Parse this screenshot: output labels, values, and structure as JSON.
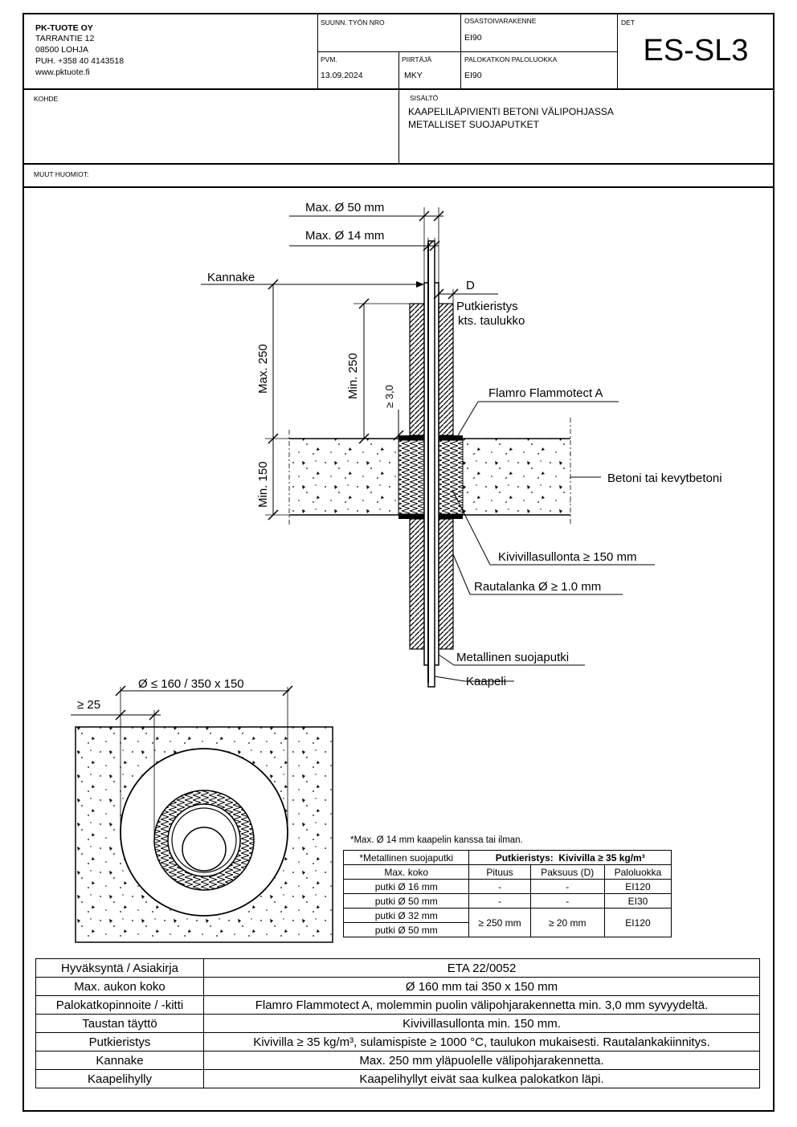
{
  "company": {
    "name": "PK-TUOTE OY",
    "address": "TARRANTIE 12",
    "city": "08500 LOHJA",
    "phone": "PUH. +358 40 4143518",
    "web": "www.pktuote.fi"
  },
  "title_block": {
    "work_no_label": "SUUNN. TYÖN NRO",
    "work_no_value": "",
    "osasto_label": "OSASTOIVARAKENNE",
    "osasto_value": "EI90",
    "det_label": "DET",
    "det_value": "ES-SL3",
    "date_label": "PVM.",
    "date_value": "13.09.2024",
    "drawer_label": "PIIRTÄJÄ",
    "drawer_value": "MKY",
    "class_label": "PALOKATKON PALOLUOKKA",
    "class_value": "EI90",
    "kohde_label": "KOHDE",
    "sisalto_label": "SISÄLTÖ",
    "sisalto_line1": "KAAPELILÄPIVIENTI BETONI VÄLIPOHJASSA",
    "sisalto_line2": "METALLISET SUOJAPUTKET",
    "muut_label": "MUUT HUOMIOT:"
  },
  "drawing": {
    "dim_max50": "Max. Ø 50 mm",
    "dim_max14": "Max. Ø 14 mm",
    "kannake": "Kannake",
    "d": "D",
    "putkieristys1": "Putkieristys",
    "putkieristys2": "kts. taulukko",
    "max250": "Max. 250",
    "min250": "Min. 250",
    "ge30": "≥ 3,0",
    "min150": "Min. 150",
    "flamro": "Flamro Flammotect A",
    "betoni": "Betoni tai kevytbetoni",
    "kivivilla": "Kivivillasullonta ≥ 150 mm",
    "rautalanka": "Rautalanka Ø ≥ 1.0 mm",
    "metallinen": "Metallinen suojaputki",
    "kaapeli": "Kaapeli",
    "opening_dim": "Ø ≤ 160 / 350 x 150",
    "ge25": "≥ 25"
  },
  "small_table": {
    "note": "*Max. Ø 14 mm kaapelin kanssa tai ilman.",
    "h1": "*Metallinen suojaputki",
    "h2a": "Putkieristys:",
    "h2b": "Kivivilla ≥ 35 kg/m³",
    "sub1": "Max. koko",
    "sub2": "Pituus",
    "sub3": "Paksuus (D)",
    "sub4": "Paloluokka",
    "rows": [
      {
        "size": "putki Ø 16 mm",
        "length": "-",
        "thick": "-",
        "cls": "EI120"
      },
      {
        "size": "putki Ø 50 mm",
        "length": "-",
        "thick": "-",
        "cls": "EI30"
      }
    ],
    "merged": {
      "sizes": [
        "putki Ø 32 mm",
        "putki Ø 50 mm"
      ],
      "length": "≥ 250 mm",
      "thick": "≥ 20 mm",
      "cls": "EI120"
    }
  },
  "bottom_table": [
    {
      "label": "Hyväksyntä / Asiakirja",
      "value": "ETA 22/0052"
    },
    {
      "label": "Max. aukon koko",
      "value": "Ø 160 mm tai 350 x 150 mm"
    },
    {
      "label": "Palokatkopinnoite / -kitti",
      "value": "Flamro Flammotect A, molemmin puolin välipohjarakennetta min. 3,0 mm syvyydeltä."
    },
    {
      "label": "Taustan täyttö",
      "value": "Kivivillasullonta min. 150 mm."
    },
    {
      "label": "Putkieristys",
      "value": "Kivivilla ≥ 35 kg/m³, sulamispiste ≥ 1000 °C, taulukon mukaisesti. Rautalankakiinnitys."
    },
    {
      "label": "Kannake",
      "value": "Max. 250 mm yläpuolelle välipohjarakennetta."
    },
    {
      "label": "Kaapelihylly",
      "value": "Kaapelihyllyt eivät saa kulkea palokatkon läpi."
    }
  ]
}
